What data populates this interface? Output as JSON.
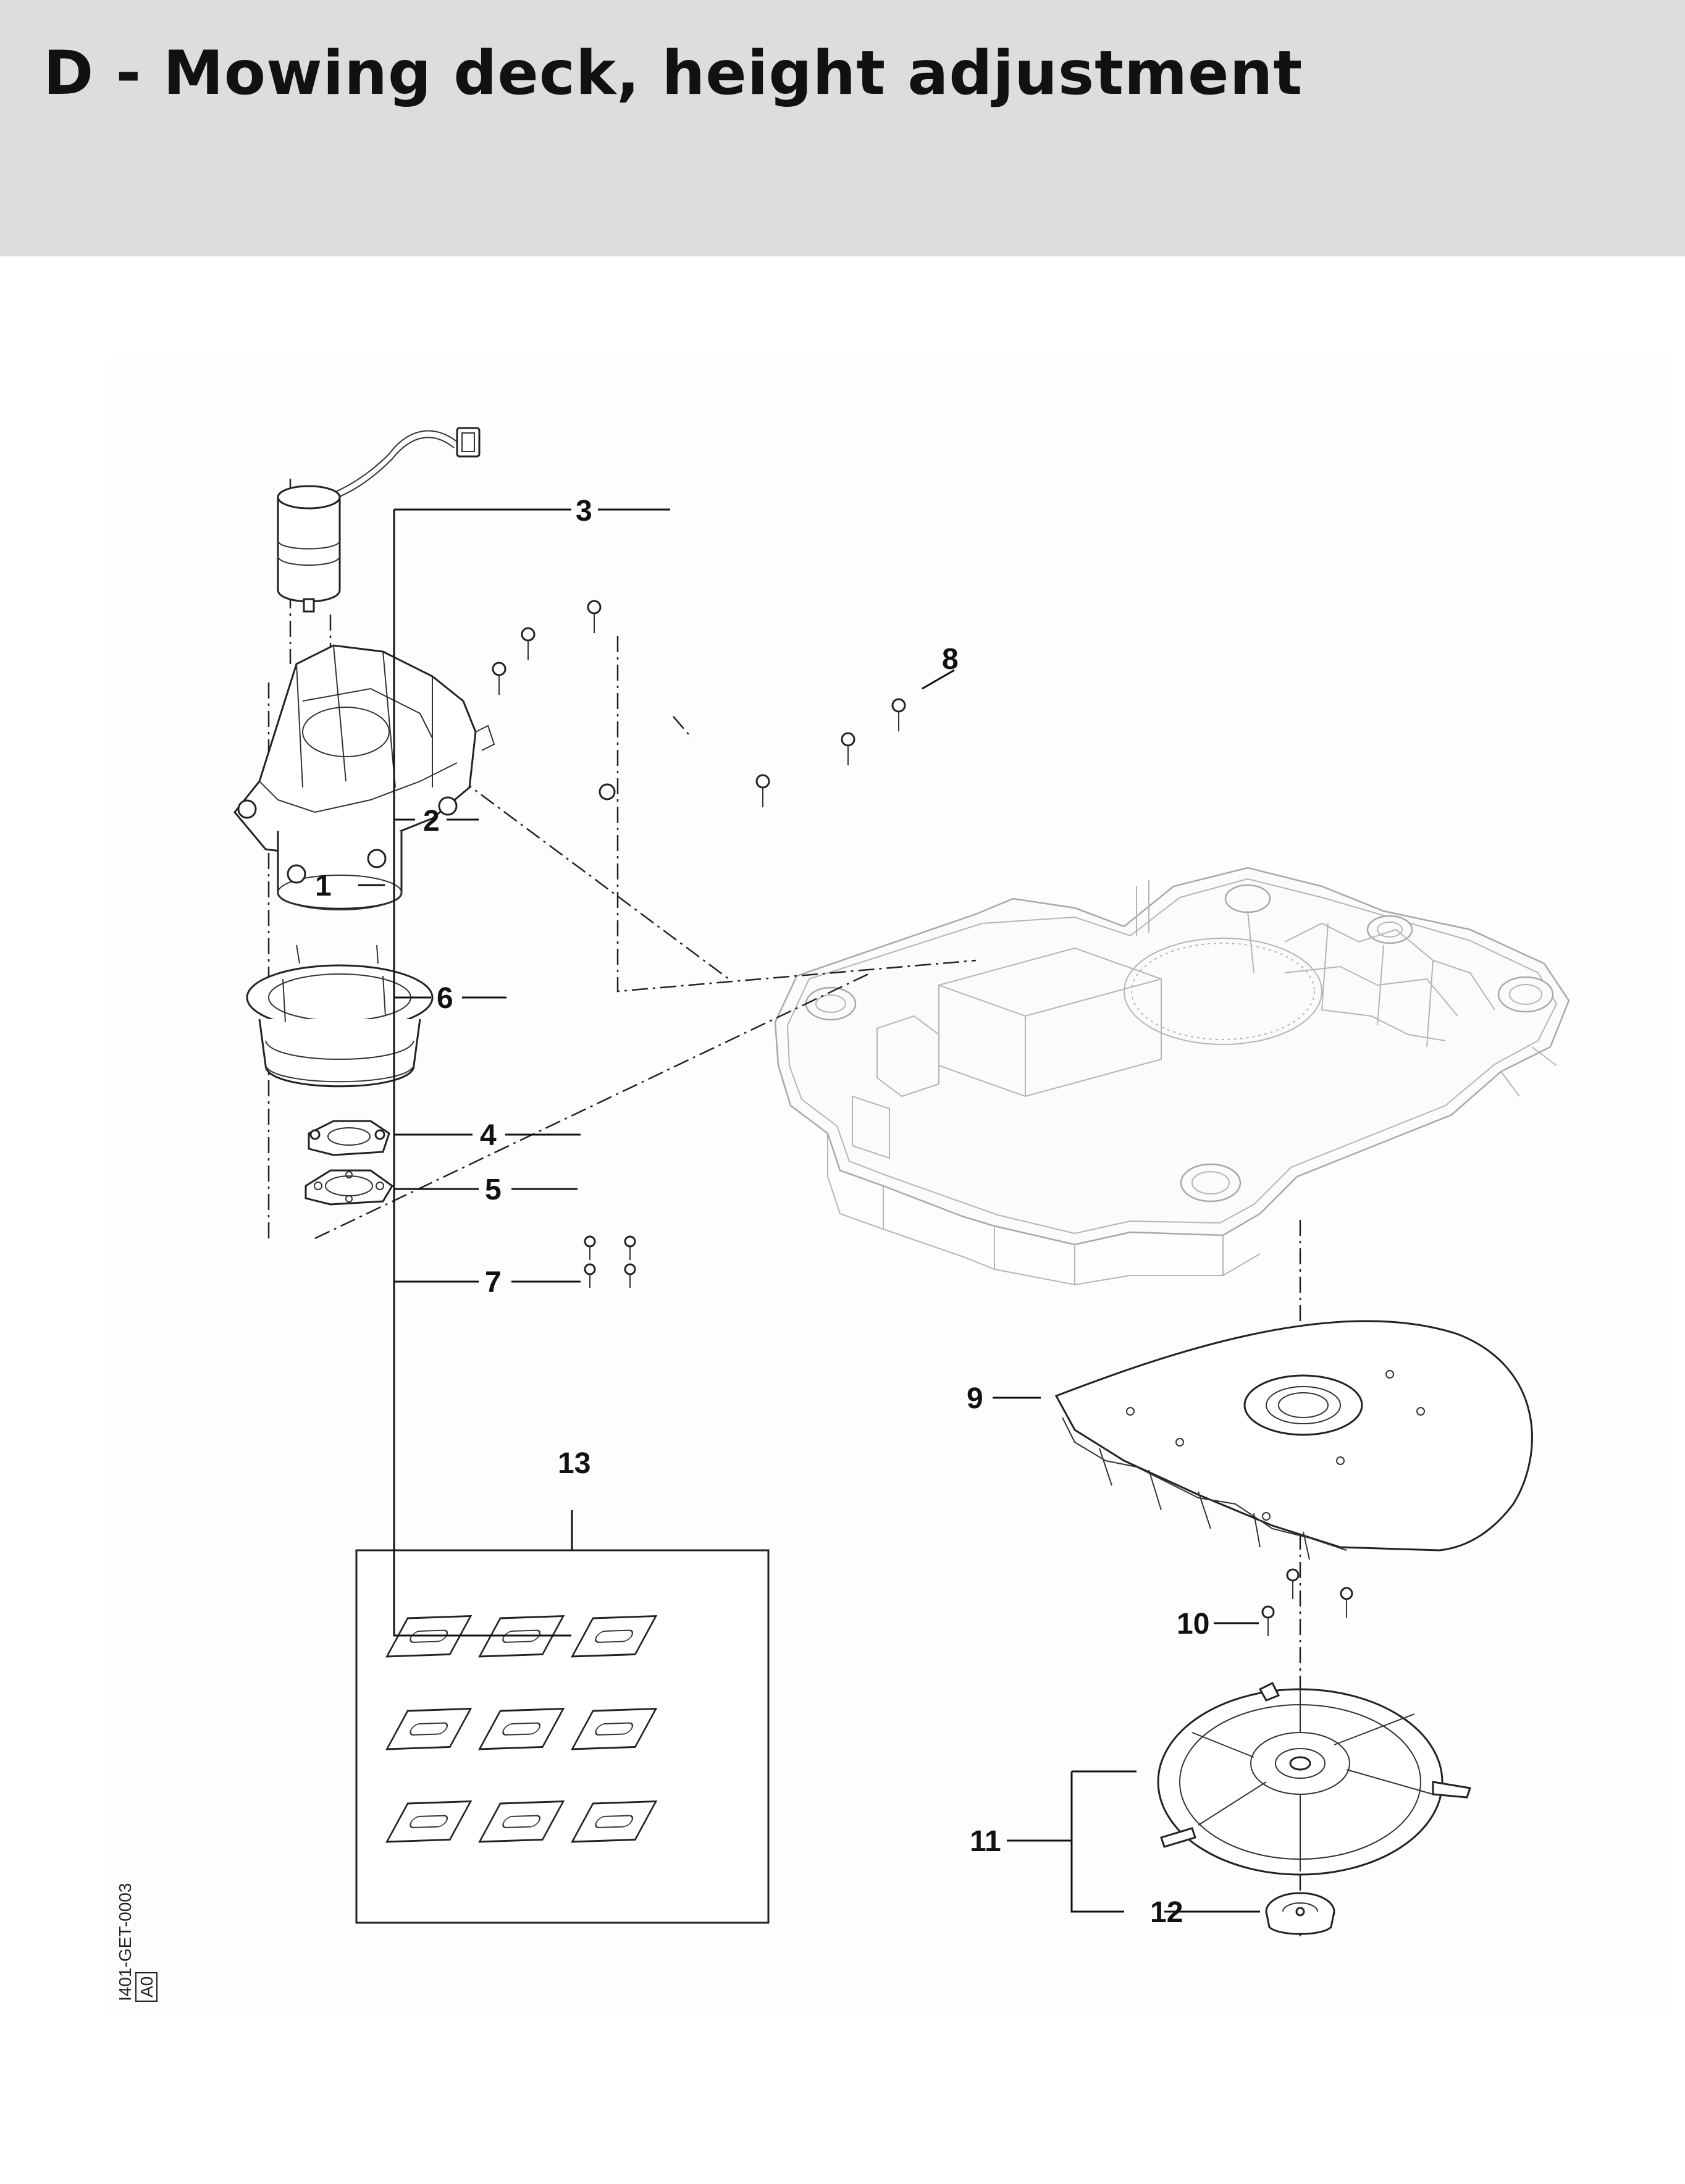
{
  "header": {
    "title": "D - Mowing deck, height adjustment"
  },
  "diagram": {
    "callouts": [
      {
        "id": "1",
        "label": "1"
      },
      {
        "id": "2",
        "label": "2"
      },
      {
        "id": "3",
        "label": "3"
      },
      {
        "id": "4",
        "label": "4"
      },
      {
        "id": "5",
        "label": "5"
      },
      {
        "id": "6",
        "label": "6"
      },
      {
        "id": "7",
        "label": "7"
      },
      {
        "id": "8",
        "label": "8"
      },
      {
        "id": "9",
        "label": "9"
      },
      {
        "id": "10",
        "label": "10"
      },
      {
        "id": "11",
        "label": "11"
      },
      {
        "id": "12",
        "label": "12"
      },
      {
        "id": "13",
        "label": "13"
      }
    ],
    "drawing_code": "I401-GET-0003",
    "revision": "A0"
  }
}
